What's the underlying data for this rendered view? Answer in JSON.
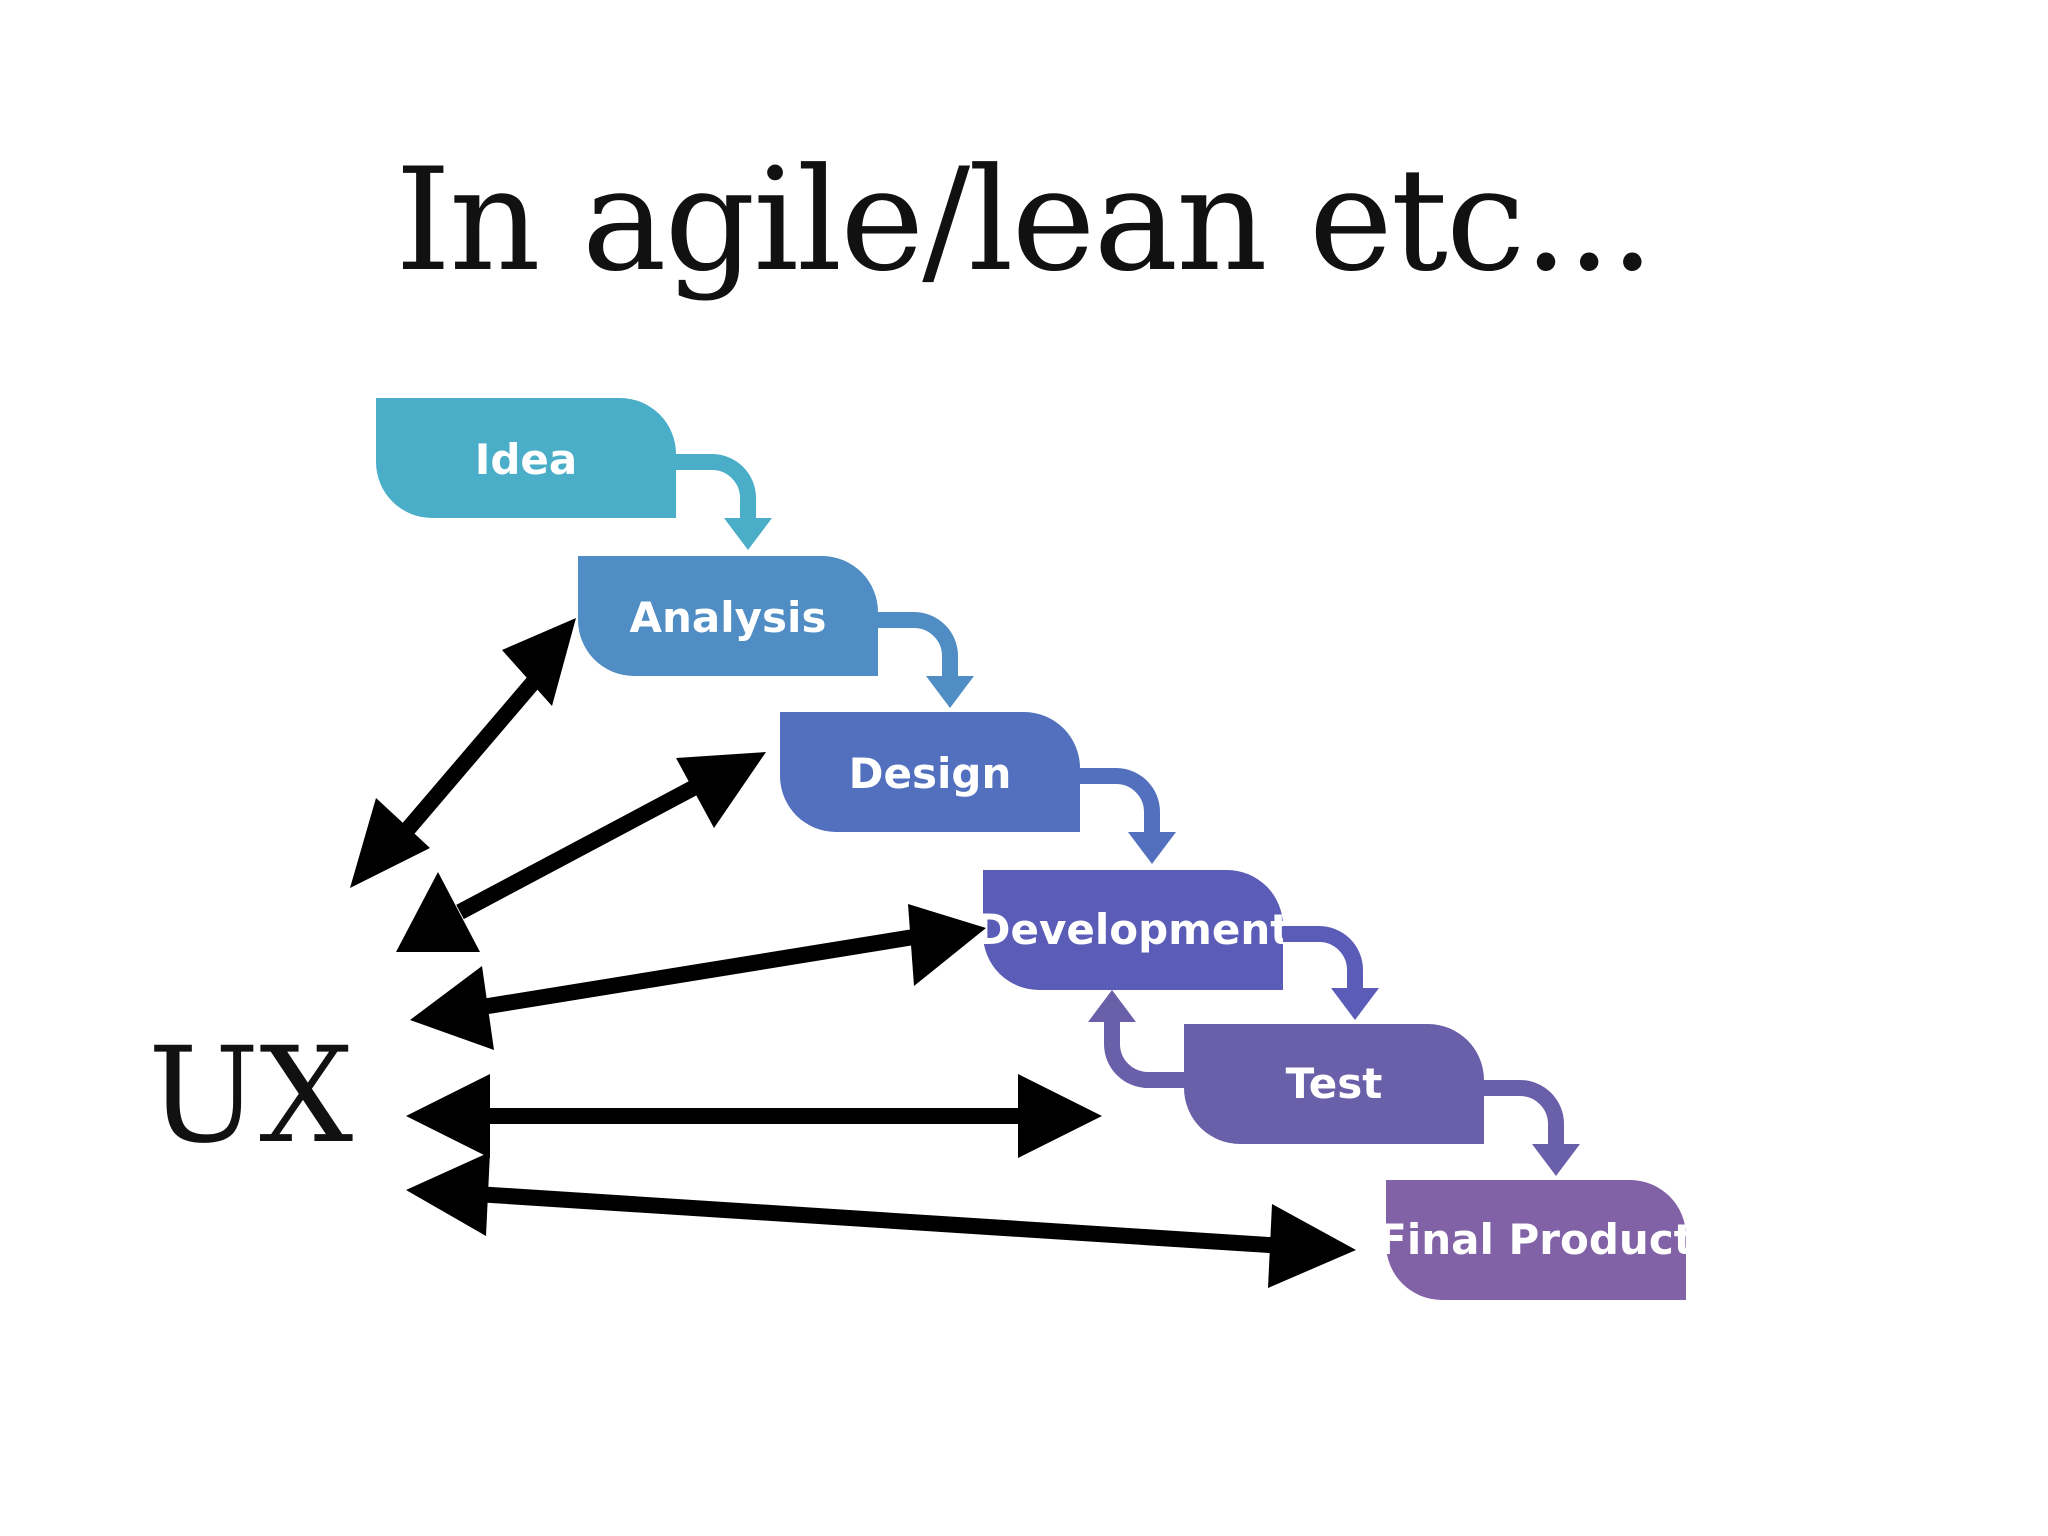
{
  "title": "In agile/lean etc...",
  "ux_label": "UX",
  "steps": [
    {
      "label": "Idea",
      "color": "#4aaec9"
    },
    {
      "label": "Analysis",
      "color": "#4f8dc4"
    },
    {
      "label": "Design",
      "color": "#5270bd"
    },
    {
      "label": "Development",
      "color": "#5a5cb8"
    },
    {
      "label": "Test",
      "color": "#6a60aa"
    },
    {
      "label": "Final Product",
      "color": "#8262a6"
    }
  ]
}
